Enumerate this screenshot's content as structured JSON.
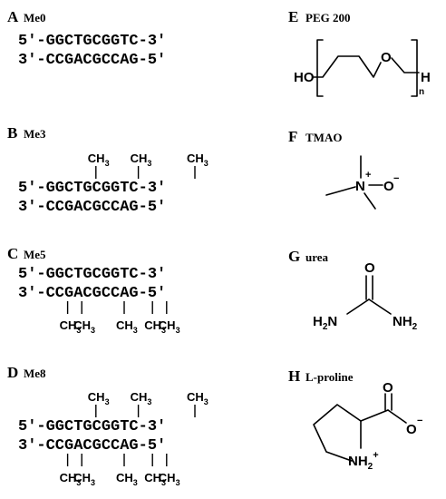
{
  "dna_panels": [
    {
      "letter": "A",
      "name": "Me0",
      "top": "5′-GGCTGCGGTC-3′",
      "bottom": "3′-CCGACGCCAG-5′",
      "methyl_top_positions": [],
      "methyl_bottom_positions": []
    },
    {
      "letter": "B",
      "name": "Me3",
      "top": "5′-GGCTGCGGTC-3′",
      "bottom": "3′-CCGACGCCAG-5′",
      "methyl_top_positions": [
        2,
        5,
        9
      ],
      "methyl_bottom_positions": []
    },
    {
      "letter": "C",
      "name": "Me5",
      "top": "5′-GGCTGCGGTC-3′",
      "bottom": "3′-CCGACGCCAG-5′",
      "methyl_top_positions": [],
      "methyl_bottom_positions": [
        0,
        1,
        4,
        6,
        7
      ]
    },
    {
      "letter": "D",
      "name": "Me8",
      "top": "5′-GGCTGCGGTC-3′",
      "bottom": "3′-CCGACGCCAG-5′",
      "methyl_top_positions": [
        2,
        5,
        9
      ],
      "methyl_bottom_positions": [
        0,
        1,
        4,
        6,
        7
      ]
    }
  ],
  "methyl": {
    "main": "CH",
    "sub": "3"
  },
  "cosolutes": [
    {
      "letter": "E",
      "name": "PEG 200"
    },
    {
      "letter": "F",
      "name": "TMAO"
    },
    {
      "letter": "G",
      "name": "urea"
    },
    {
      "letter": "H",
      "name": "L-proline"
    }
  ],
  "peg": {
    "ho": "HO",
    "o": "O",
    "h": "H",
    "n": "n"
  },
  "tmao": {
    "n": "N",
    "n_charge": "+",
    "o": "O",
    "o_charge": "−"
  },
  "urea": {
    "o": "O",
    "left_n": "H",
    "left_n_sub": "2",
    "left_n_after": "N",
    "right_n": "NH",
    "right_n_sub": "2"
  },
  "proline": {
    "o_top": "O",
    "o_right": "O",
    "o_charge": "−",
    "nh": "NH",
    "nh_sub": "2",
    "nh_charge": "+"
  }
}
